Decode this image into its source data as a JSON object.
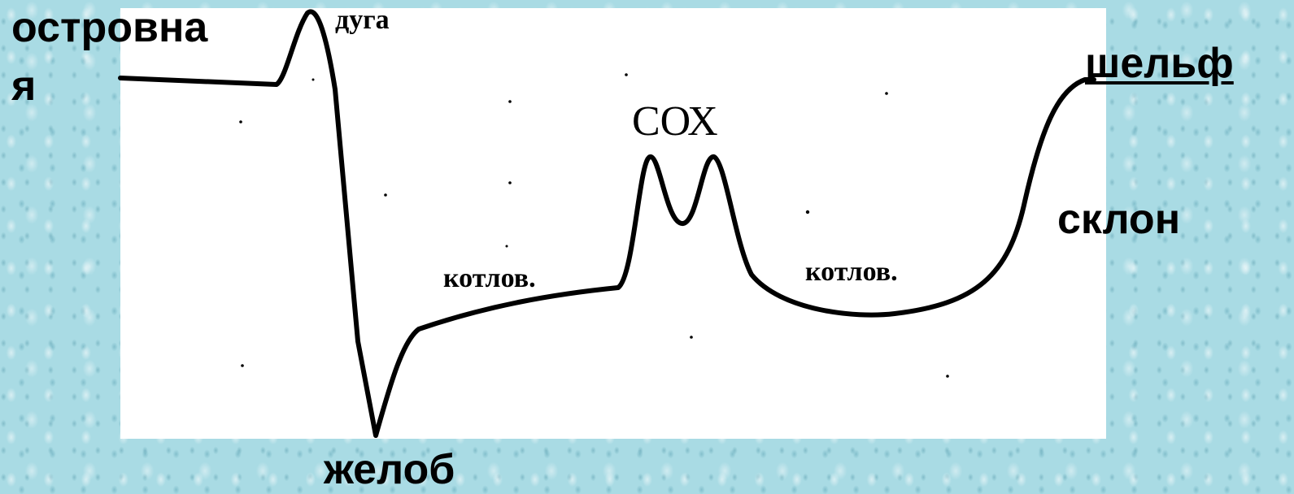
{
  "labels": {
    "island_arc_line1": "островна",
    "island_arc_line2": "я",
    "arc_small": "дуга",
    "trench": "желоб",
    "basin_left": "котлов.",
    "ridge": "СОХ",
    "basin_right": "котлов.",
    "shelf": "шельф",
    "slope": "склон"
  },
  "colors": {
    "background": "#a9dbe4",
    "panel": "#ffffff",
    "ink": "#000000"
  }
}
